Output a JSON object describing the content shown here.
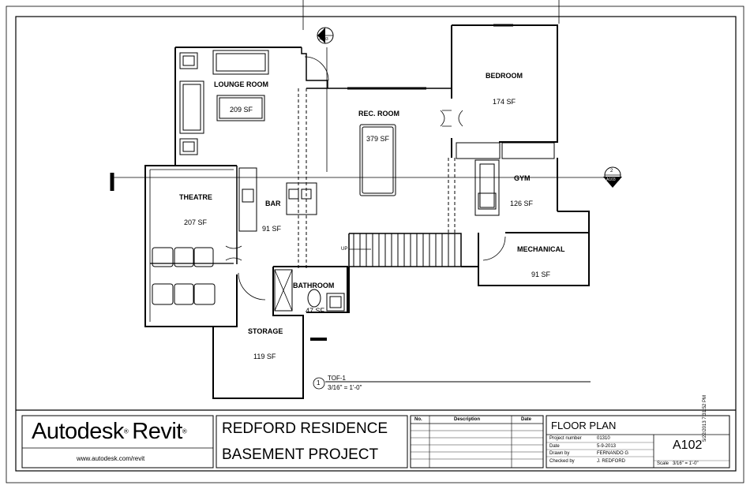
{
  "rooms": {
    "lounge": {
      "name": "LOUNGE ROOM",
      "area": "209 SF"
    },
    "bedroom": {
      "name": "BEDROOM",
      "area": "174 SF"
    },
    "rec": {
      "name": "REC. ROOM",
      "area": "379 SF"
    },
    "theatre": {
      "name": "THEATRE",
      "area": "207 SF"
    },
    "bar": {
      "name": "BAR",
      "area": "91 SF"
    },
    "gym": {
      "name": "GYM",
      "area": "126 SF"
    },
    "mechanical": {
      "name": "MECHANICAL",
      "area": "91 SF"
    },
    "bathroom": {
      "name": "BATHROOM",
      "area": "47 SF"
    },
    "storage": {
      "name": "STORAGE",
      "area": "119 SF"
    }
  },
  "markers": {
    "section1": {
      "num": "1",
      "sheet": "A103"
    },
    "section2": {
      "num": "2",
      "sheet": "A103"
    },
    "stair_up": "UP"
  },
  "view_title": {
    "num": "1",
    "name": "TOF-1",
    "scale": "3/16\" = 1'-0\""
  },
  "title_block": {
    "logo_main": "Autodesk",
    "logo_reg": "®",
    "logo_product": "Revit",
    "logo_reg2": "®",
    "logo_url": "www.autodesk.com/revit",
    "project_line1": "REDFORD RESIDENCE",
    "project_line2": "BASEMENT PROJECT",
    "revisions_header": {
      "no": "No.",
      "description": "Description",
      "date": "Date"
    },
    "sheet_name": "FLOOR PLAN",
    "project_number_label": "Project number",
    "project_number": "01310",
    "date_label": "Date",
    "date": "5-9-2013",
    "drawn_by_label": "Drawn by",
    "drawn_by": "FERNANDO G",
    "checked_by_label": "Checked by",
    "checked_by": "J. REDFORD",
    "sheet_number": "A102",
    "scale_label": "Scale",
    "scale": "3/16\" = 1'-0\"",
    "timestamp": "5/22/2013 7:31:52 PM"
  }
}
